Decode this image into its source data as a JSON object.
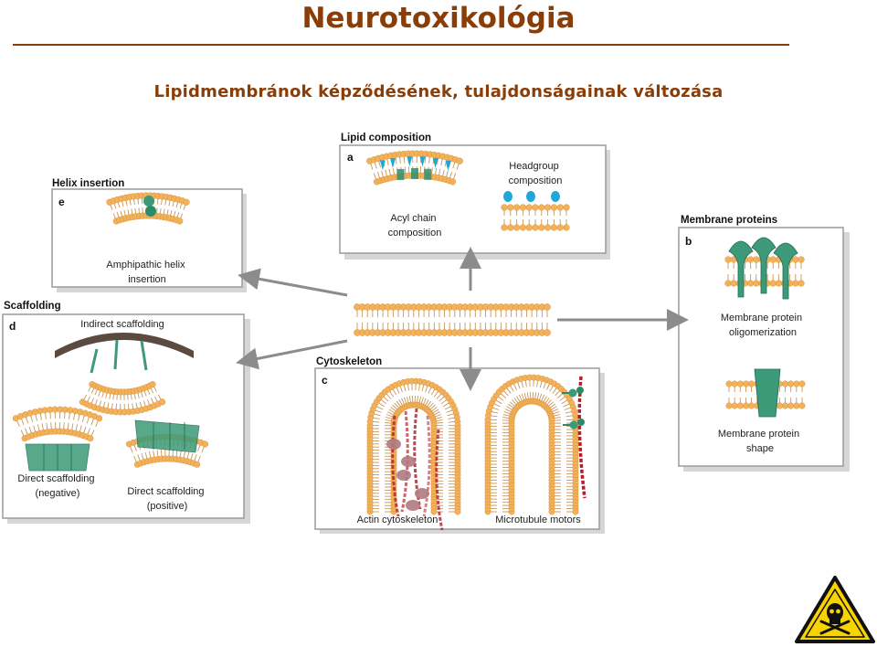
{
  "title": "Neurotoxikológia",
  "subtitle": "Lipidmembránok képződésének, tulajdonságainak változása",
  "colors": {
    "heading": "#8a3d06",
    "lipid_head": "#f2b15a",
    "lipid_tail": "#c9965a",
    "protein_green": "#3c9a78",
    "headgroup_blue": "#1ea8d8",
    "actin_red": "#b21e2d",
    "arrow_gray": "#8c8c8c",
    "panel_border": "#9a9a9a",
    "warning_yellow": "#f7d400"
  },
  "panels": {
    "lipid": {
      "category": "Lipid composition",
      "letter": "a",
      "label_acyl": [
        "Acyl chain",
        "composition"
      ],
      "label_head": [
        "Headgroup",
        "composition"
      ]
    },
    "membrane": {
      "category": "Membrane proteins",
      "letter": "b",
      "label_oligo": [
        "Membrane protein",
        "oligomerization"
      ],
      "label_shape": [
        "Membrane protein",
        "shape"
      ]
    },
    "cyto": {
      "category": "Cytoskeleton",
      "letter": "c",
      "label_actin": "Actin cytoskeleton",
      "label_micro": "Microtubule motors"
    },
    "scaffold": {
      "category": "Scaffolding",
      "letter": "d",
      "label_indirect": "Indirect scaffolding",
      "label_neg": [
        "Direct scaffolding",
        "(negative)"
      ],
      "label_pos": [
        "Direct scaffolding",
        "(positive)"
      ]
    },
    "helix": {
      "category": "Helix insertion",
      "letter": "e",
      "label": [
        "Amphipathic helix",
        "insertion"
      ]
    }
  },
  "hazard_icon": "skull-crossbones-warning-icon"
}
